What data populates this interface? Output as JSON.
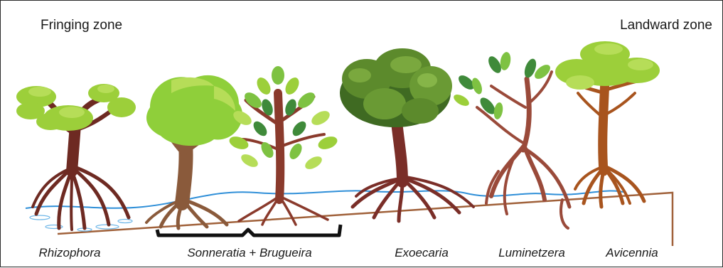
{
  "zones": {
    "left": "Fringing zone",
    "right": "Landward zone"
  },
  "species": [
    "Rhizophora",
    "Sonneratia + Brugueira",
    "Exoecaria",
    "Luminetzera",
    "Avicennia"
  ],
  "colors": {
    "trunk_dark": "#6e2a22",
    "trunk_brown": "#8a5a3b",
    "trunk_orange": "#a8541e",
    "canopy_lime": "#9ccf3a",
    "canopy_light": "#b6dd58",
    "canopy_olive": "#5c8a2c",
    "canopy_dark": "#3f6a22",
    "water": "#2f8fd8",
    "ground": "#a0613a",
    "bracket": "#111111"
  }
}
